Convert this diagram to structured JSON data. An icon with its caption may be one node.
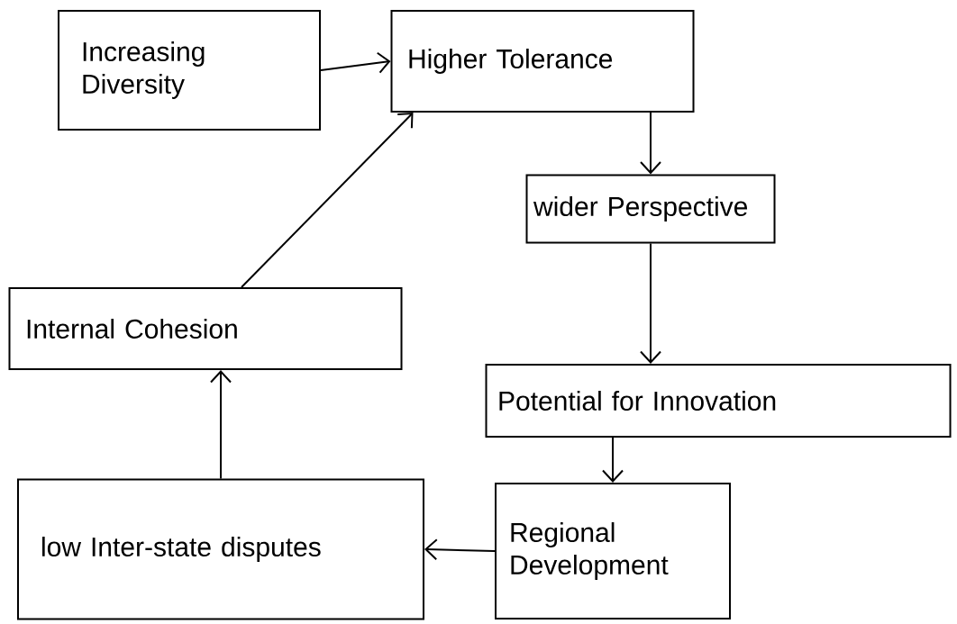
{
  "diagram": {
    "nodes": [
      {
        "text": [
          "Increasing Diversity"
        ]
      },
      {
        "text": [
          "Higher Tolerance"
        ]
      },
      {
        "text": [
          "wider Perspective"
        ]
      },
      {
        "text": [
          "Internal Cohesion"
        ]
      },
      {
        "text": [
          "Potential for Innovation"
        ]
      },
      {
        "text": [
          "Regional Development"
        ]
      },
      {
        "text": [
          "low Inter-state disputes"
        ]
      }
    ],
    "edges": [
      {
        "from": 0,
        "to": 1,
        "arrow": "to"
      },
      {
        "from": 1,
        "to": 2,
        "arrow": "to"
      },
      {
        "from": 2,
        "to": 4,
        "arrow": "to"
      },
      {
        "from": 4,
        "to": 5,
        "arrow": "to"
      },
      {
        "from": 5,
        "to": 6,
        "arrow": "to"
      },
      {
        "from": 6,
        "to": 3,
        "arrow": "to"
      },
      {
        "from": 3,
        "to": 1,
        "arrow": "to"
      }
    ]
  }
}
